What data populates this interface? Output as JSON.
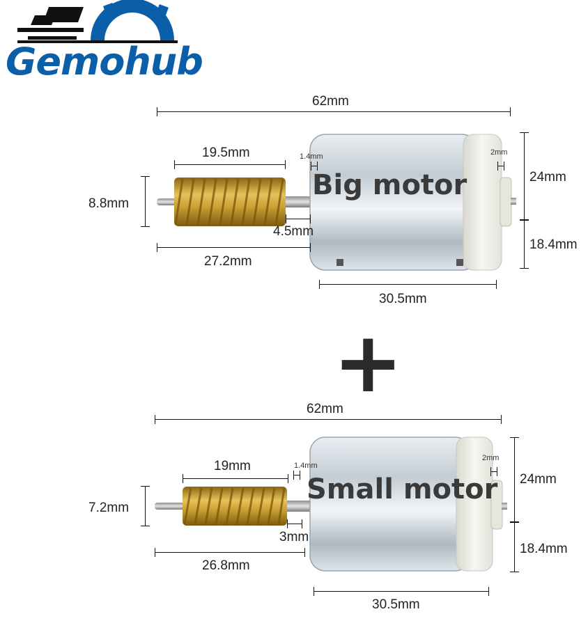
{
  "logo": {
    "brand": "Gemohub"
  },
  "plus": "+",
  "big_motor": {
    "title": "Big motor",
    "dims": {
      "overall_length": "62mm",
      "worm_length": "19.5mm",
      "gap_small": "1.4mm",
      "end_shaft": "2mm",
      "height_upper": "24mm",
      "height_lower": "18.4mm",
      "worm_diameter": "8.8mm",
      "collar": "4.5mm",
      "shaft_length": "27.2mm",
      "body_length": "30.5mm"
    }
  },
  "small_motor": {
    "title": "Small motor",
    "dims": {
      "overall_length": "62mm",
      "worm_length": "19mm",
      "gap_small": "1.4mm",
      "end_shaft": "2mm",
      "height_upper": "24mm",
      "height_lower": "18.4mm",
      "worm_diameter": "7.2mm",
      "collar": "3mm",
      "shaft_length": "26.8mm",
      "body_length": "30.5mm"
    }
  },
  "colors": {
    "logo_blue": "#0b5fa8",
    "brass": "#c9a033",
    "motor_silver": "#cfd6dc",
    "end_cap": "#efefe6"
  }
}
